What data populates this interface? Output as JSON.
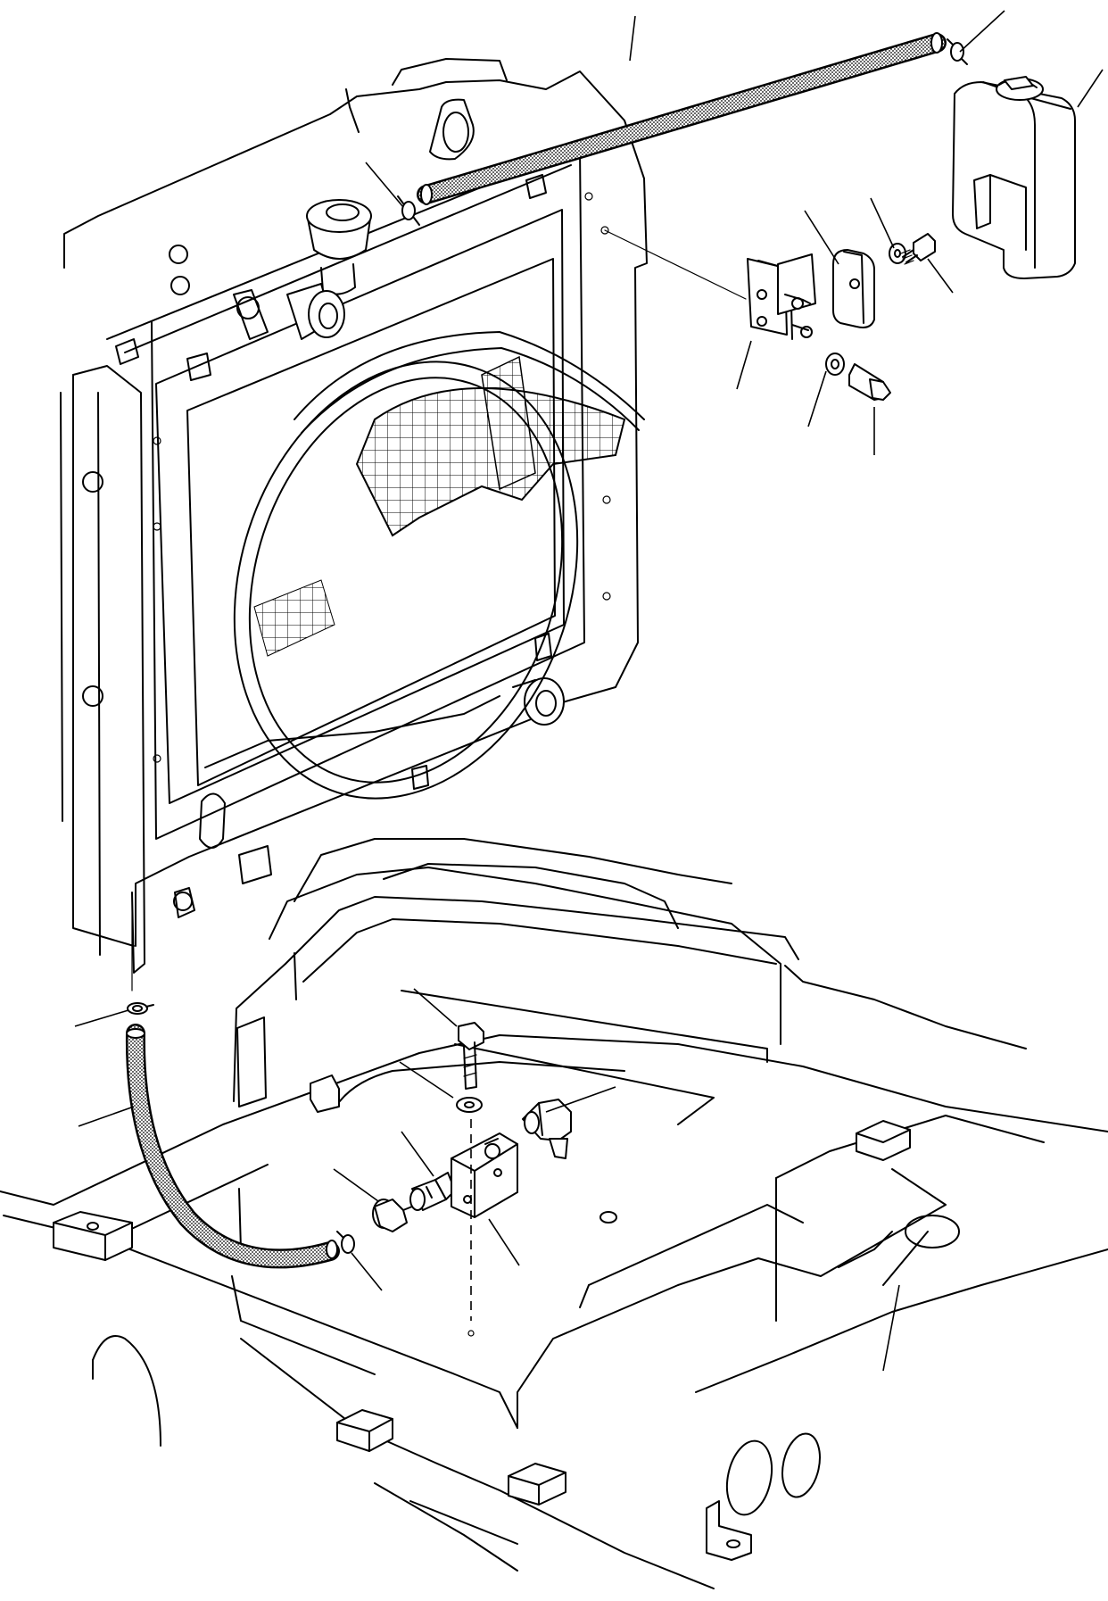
{
  "figure": {
    "kind": "exploded parts diagram",
    "style": "black line art on white",
    "parts": [
      {
        "name": "radiator-assembly"
      },
      {
        "name": "fan-shroud"
      },
      {
        "name": "coolant-reserve-tank"
      },
      {
        "name": "upper-overflow-hose"
      },
      {
        "name": "lower-drain-hose"
      },
      {
        "name": "hose-clamp"
      },
      {
        "name": "tank-bracket"
      },
      {
        "name": "bolt"
      },
      {
        "name": "washer"
      },
      {
        "name": "drain-valve"
      },
      {
        "name": "elbow-fitting"
      },
      {
        "name": "valve-bracket"
      },
      {
        "name": "machine-frame"
      }
    ]
  }
}
